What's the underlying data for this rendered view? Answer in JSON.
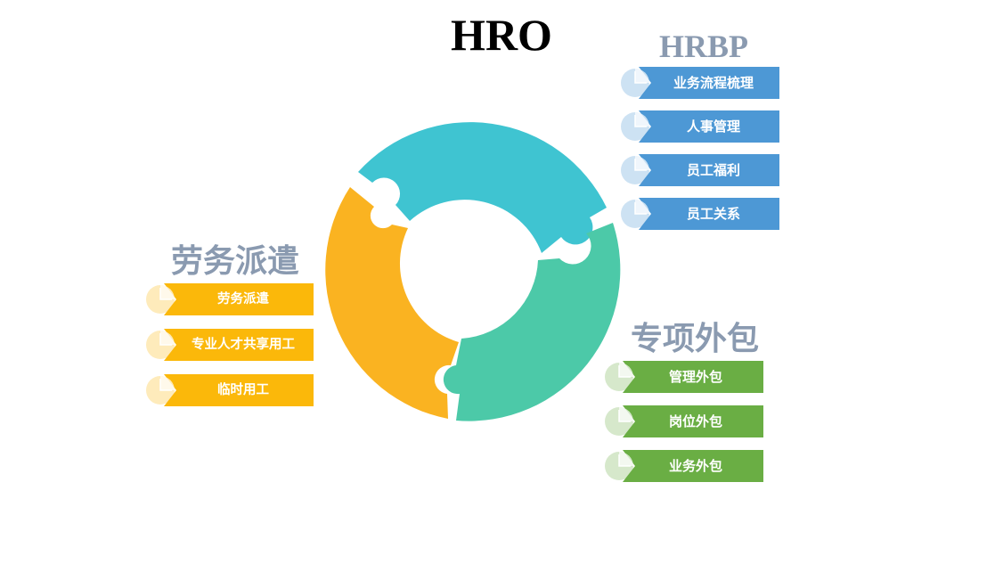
{
  "title": "HRO",
  "colors": {
    "teal": "#3fc4d1",
    "green": "#4cc9a8",
    "orange": "#fab321",
    "hrbp_item": "#4d98d5",
    "dispatch_item": "#fbb80a",
    "outsource_item": "#6aae44",
    "group_title": "#8a9ab0"
  },
  "groups": {
    "hrbp": {
      "title": "HRBP",
      "items": [
        "业务流程梳理",
        "人事管理",
        "员工福利",
        "员工关系"
      ]
    },
    "dispatch": {
      "title": "劳务派遣",
      "items": [
        "劳务派遣",
        "专业人才共享用工",
        "临时用工"
      ]
    },
    "outsource": {
      "title": "专项外包",
      "items": [
        "管理外包",
        "岗位外包",
        "业务外包"
      ]
    }
  },
  "icons": {
    "item_marker": "pie-chart-icon"
  }
}
